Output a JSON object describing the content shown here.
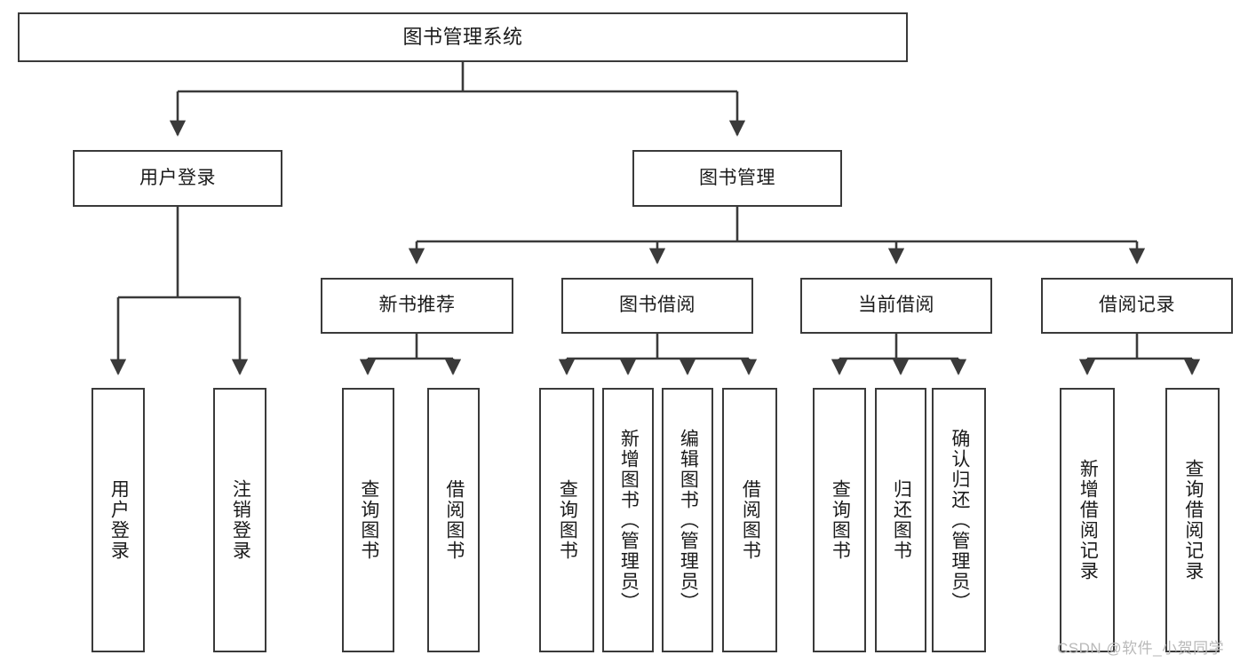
{
  "diagram": {
    "title": "图书管理系统",
    "type": "hierarchy-tree",
    "watermark": "CSDN @软件_小贺同学",
    "colors": {
      "box_border": "#3a3a3a",
      "box_fill": "#ffffff",
      "line": "#3a3a3a",
      "text": "#1b1b1b",
      "watermark": "#b9b9b9"
    },
    "levels": {
      "root": [
        "图书管理系统"
      ],
      "level2": [
        "用户登录",
        "图书管理"
      ],
      "level3": [
        "新书推荐",
        "图书借阅",
        "当前借阅",
        "借阅记录"
      ],
      "leaves": [
        "用户登录",
        "注销登录",
        "查询图书",
        "借阅图书",
        "查询图书",
        "新增图书（管理员）",
        "编辑图书（管理员）",
        "借阅图书",
        "查询图书",
        "归还图书",
        "确认归还（管理员）",
        "新增借阅记录",
        "查询借阅记录"
      ]
    },
    "nodes": {
      "root": {
        "label": "图书管理系统"
      },
      "user_login": {
        "label": "用户登录"
      },
      "book_manage": {
        "label": "图书管理"
      },
      "new_book_rec": {
        "label": "新书推荐"
      },
      "book_borrow": {
        "label": "图书借阅"
      },
      "current_borrow": {
        "label": "当前借阅"
      },
      "borrow_record": {
        "label": "借阅记录"
      },
      "leaf_user_login": {
        "label": "用户登录"
      },
      "leaf_logout": {
        "label": "注销登录"
      },
      "leaf_query_book_1": {
        "label": "查询图书"
      },
      "leaf_borrow_book_1": {
        "label": "借阅图书"
      },
      "leaf_query_book_2": {
        "label": "查询图书"
      },
      "leaf_add_book": {
        "label": "新增图书（管理员）"
      },
      "leaf_edit_book": {
        "label": "编辑图书（管理员）"
      },
      "leaf_borrow_book_2": {
        "label": "借阅图书"
      },
      "leaf_query_book_3": {
        "label": "查询图书"
      },
      "leaf_return_book": {
        "label": "归还图书"
      },
      "leaf_confirm_return": {
        "label": "确认归还（管理员）"
      },
      "leaf_add_record": {
        "label": "新增借阅记录"
      },
      "leaf_query_record": {
        "label": "查询借阅记录"
      }
    }
  }
}
